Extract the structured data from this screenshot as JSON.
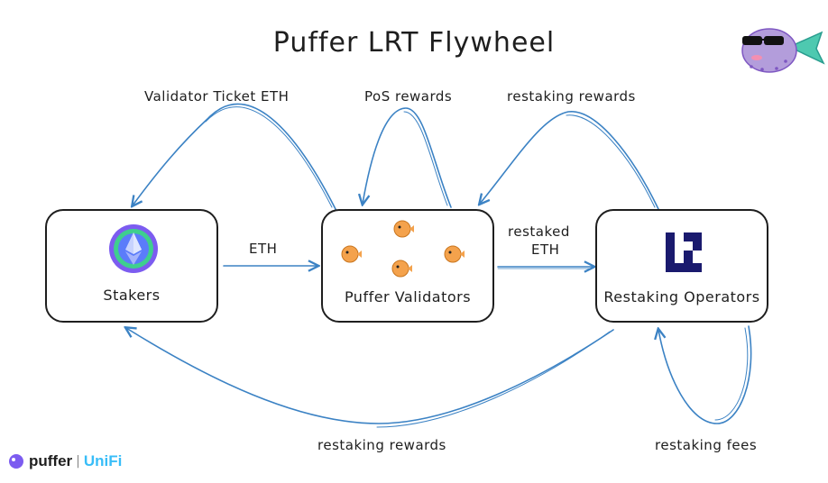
{
  "title": "Puffer LRT Flywheel",
  "nodes": {
    "stakers": "Stakers",
    "validators": "Puffer Validators",
    "operators": "Restaking Operators"
  },
  "edges": {
    "validator_ticket": "Validator Ticket ETH",
    "pos_rewards": "PoS rewards",
    "restaking_rewards_top": "restaking rewards",
    "eth": "ETH",
    "restaked_line1": "restaked",
    "restaked_line2": "ETH",
    "restaking_rewards_bottom": "restaking rewards",
    "restaking_fees": "restaking fees"
  },
  "footer": {
    "brand": "puffer",
    "product": "UniFi"
  },
  "colors": {
    "arrow": "#3b82c4",
    "box_border": "#1e1e1e",
    "puffer_fish": "#f4a24c",
    "eth_badge_outer": "#7c5cf0",
    "operator_logo": "#1a1a6e",
    "unifi": "#38bdf8"
  },
  "icons": {
    "mascot": "puffer-fish-sunglasses-icon",
    "stakers": "ethereum-badge-icon",
    "validators": "puffer-fish-icon",
    "operators": "eigenlayer-logo-icon"
  }
}
